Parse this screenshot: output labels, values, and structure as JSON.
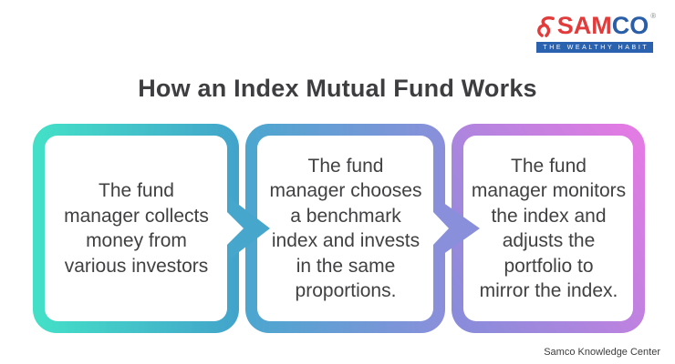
{
  "title": "How an Index Mutual Fund Works",
  "logo": {
    "brand_sam": "SAM",
    "brand_co": "CO",
    "registered_mark": "®",
    "tagline": "THE WEALTHY HABIT",
    "colors": {
      "brand_red": "#e23b3b",
      "brand_blue": "#2a5fa8",
      "tagline_bg": "#2a62b0"
    }
  },
  "steps": [
    {
      "text": "The fund\nmanager collects\nmoney from\nvarious investors",
      "gradient_start": "#43e1c7",
      "gradient_end": "#43a3cb"
    },
    {
      "text": "The fund\nmanager chooses\na benchmark\nindex and invests\nin the same\nproportions.",
      "gradient_start": "#4ba7cf",
      "gradient_end": "#8b8fdb"
    },
    {
      "text": "The fund\nmanager monitors\nthe index and\nadjusts the\nportfolio to\nmirror the index.",
      "gradient_start": "#8a8cdb",
      "gradient_end": "#e27be3"
    }
  ],
  "junctions": [
    {
      "arrow_color": "#47a6cb"
    },
    {
      "arrow_color": "#8a8fdb"
    }
  ],
  "footer": {
    "credit": "Samco Knowledge Center"
  }
}
